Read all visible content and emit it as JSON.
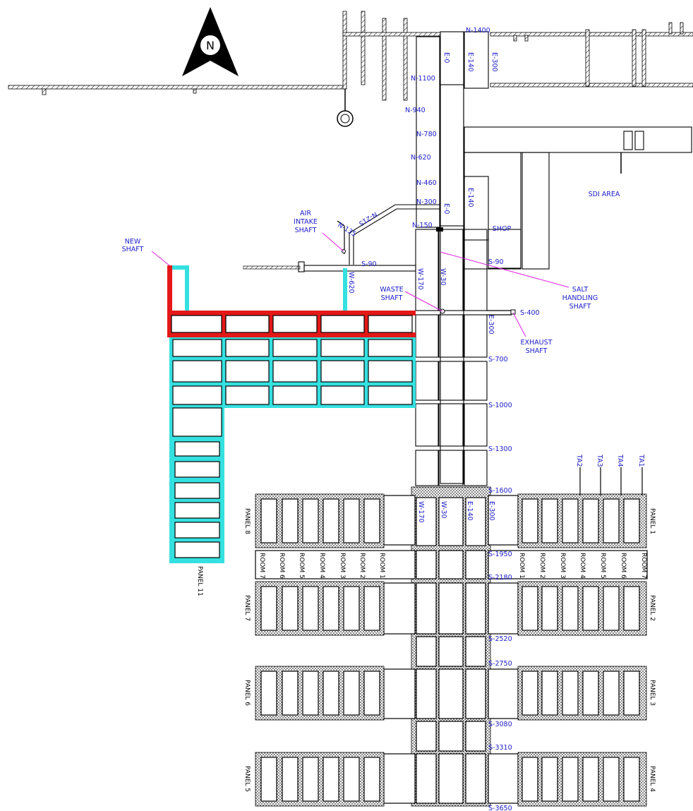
{
  "north_arrow": {
    "letter": "N"
  },
  "area_labels": {
    "sdi_area": "SDI AREA",
    "shop": "SHOP"
  },
  "shaft_labels": {
    "new_shaft": [
      "NEW",
      "SHAFT"
    ],
    "air_intake_shaft": [
      "AIR",
      "INTAKE",
      "SHAFT"
    ],
    "waste_shaft": [
      "WASTE",
      "SHAFT"
    ],
    "salt_handling_shaft": [
      "SALT",
      "HANDLING",
      "SHAFT"
    ],
    "exhaust_shaft": [
      "EXHAUST",
      "SHAFT"
    ]
  },
  "drift_labels_north": [
    "N-1400",
    "N-1100",
    "N-940",
    "N-780",
    "N-620",
    "N-460",
    "N-300",
    "N-150",
    "N-135",
    "N-215"
  ],
  "drift_labels_south": [
    "S-90",
    "S-90",
    "S-400",
    "S-700",
    "S-1000",
    "S-1300",
    "S-1600",
    "S-1950",
    "S-2180",
    "S-2520",
    "S-2750",
    "S-3080",
    "S-3310",
    "S-3650"
  ],
  "drift_labels_ew": [
    "E-0",
    "E-140",
    "E-300",
    "E-140",
    "E-0",
    "W-620",
    "W-170",
    "W-30",
    "E-300",
    "W-170",
    "W-30",
    "E-140",
    "E-300"
  ],
  "test_alcoves": [
    "TA2",
    "TA3",
    "TA4",
    "TA1"
  ],
  "panels": [
    "PANEL 1",
    "PANEL 2",
    "PANEL 3",
    "PANEL 4",
    "PANEL 5",
    "PANEL 6",
    "PANEL 7",
    "PANEL 8",
    "PANEL 11"
  ],
  "rooms_west": [
    "ROOM 7",
    "ROOM 6",
    "ROOM 5",
    "ROOM 4",
    "ROOM 3",
    "ROOM 2",
    "ROOM 1"
  ],
  "rooms_east": [
    "ROOM 1",
    "ROOM 2",
    "ROOM 3",
    "ROOM 4",
    "ROOM 5",
    "ROOM 6",
    "ROOM 7"
  ],
  "colors": {
    "label_blue": "#1c1cc8",
    "new_excavation_red": "#e41818",
    "planned_cyan": "#35e0e0",
    "leader_magenta": "#e020e0",
    "outline": "#000000"
  }
}
